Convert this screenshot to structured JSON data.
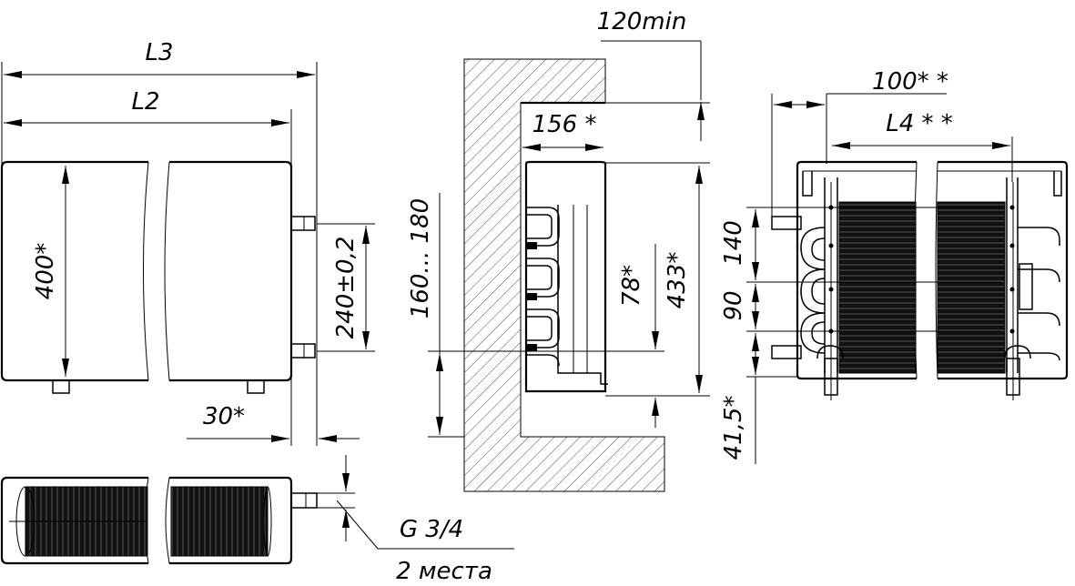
{
  "dimensions": {
    "l3": "L3",
    "l2": "L2",
    "height_400": "400*",
    "pipe_spacing": "240±0,2",
    "offset_30": "30*",
    "thread": "G 3/4",
    "places": "2 места",
    "min_120": "120min",
    "depth_156": "156 *",
    "range_160_180": "160... 180",
    "d78": "78*",
    "d433": "433*",
    "d415": "41,5*",
    "d100": "100* *",
    "l4": "L4 * *",
    "d90": "90",
    "d140": "140"
  }
}
